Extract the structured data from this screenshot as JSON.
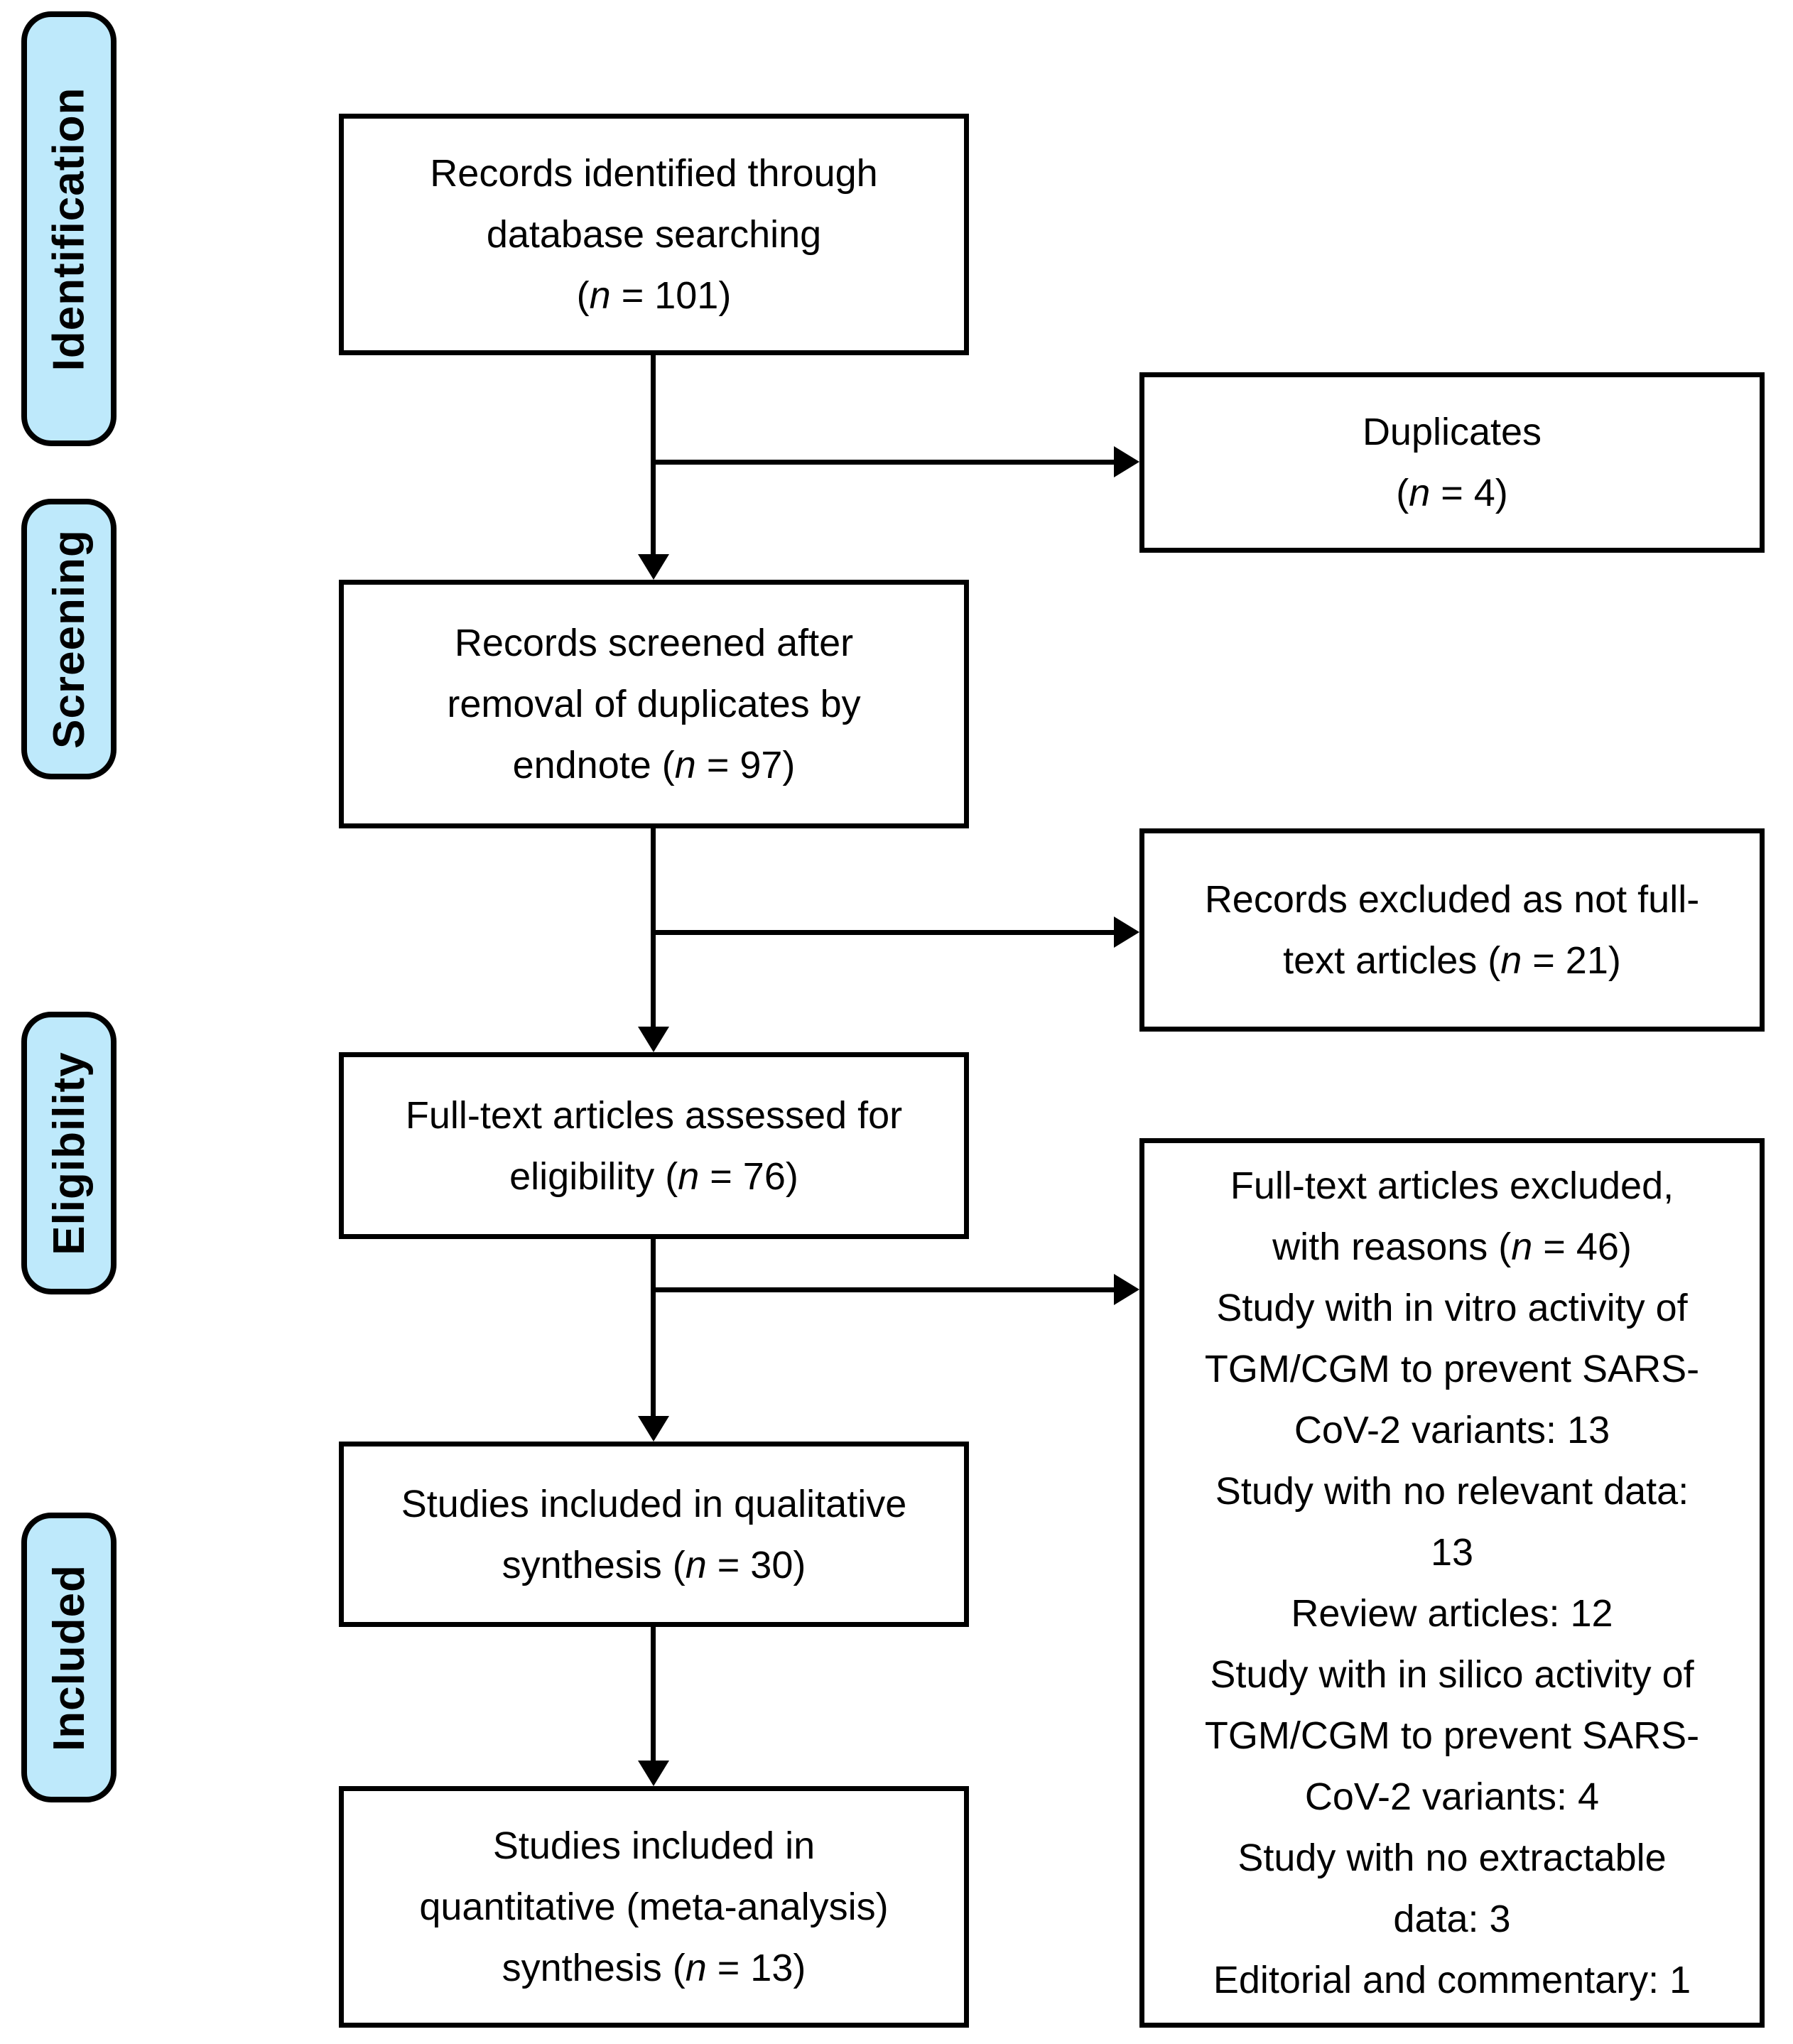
{
  "diagram": {
    "stages": [
      {
        "label": "Identification"
      },
      {
        "label": "Screening"
      },
      {
        "label": "Eligibility"
      },
      {
        "label": "Included"
      }
    ],
    "main_flow": [
      {
        "html": "Records identified through<br>database searching<br>(<i>n</i> = 101)"
      },
      {
        "html": "Records screened after<br>removal of duplicates by<br>endnote (<i>n</i> = 97)"
      },
      {
        "html": "Full-text articles assessed for<br>eligibility (<i>n</i> = 76)"
      },
      {
        "html": "Studies included in qualitative<br>synthesis (<i>n</i> = 30)"
      },
      {
        "html": "Studies included in<br>quantitative (meta-analysis)<br>synthesis (<i>n</i> = 13)"
      }
    ],
    "side_flow": [
      {
        "html": "Duplicates<br>(<i>n</i> = 4)"
      },
      {
        "html": "Records excluded as not full-<br>text articles (<i>n</i> = 21)"
      },
      {
        "html": "Full-text articles excluded,<br>with reasons (<i>n</i> = 46)<br>Study with in vitro activity of<br>TGM/CGM to prevent SARS-<br>CoV-2 variants: 13<br>Study with no relevant data:<br>13<br>Review articles: 12<br>Study with in silico activity of<br>TGM/CGM to prevent SARS-<br>CoV-2 variants: 4<br>Study with no extractable<br>data: 3<br>Editorial and commentary: 1"
      }
    ],
    "colors": {
      "stage_fill": "#bee9fb",
      "line": "#000000",
      "box_fill": "#ffffff"
    }
  }
}
